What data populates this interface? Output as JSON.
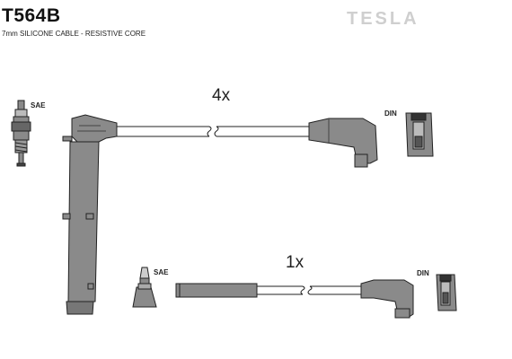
{
  "header": {
    "code": "T564B",
    "subtitle": "7mm SILICONE CABLE - RESISTIVE CORE",
    "brand": "TESLA"
  },
  "quantities": {
    "set_a": "4x",
    "set_b": "1x"
  },
  "labels": {
    "sae_top": "SAE",
    "din_top": "DIN",
    "sae_bottom": "SAE",
    "din_bottom": "DIN"
  },
  "colors": {
    "boot_fill": "#8a8a8a",
    "outline": "#222222",
    "brand": "#cfcfcf"
  }
}
